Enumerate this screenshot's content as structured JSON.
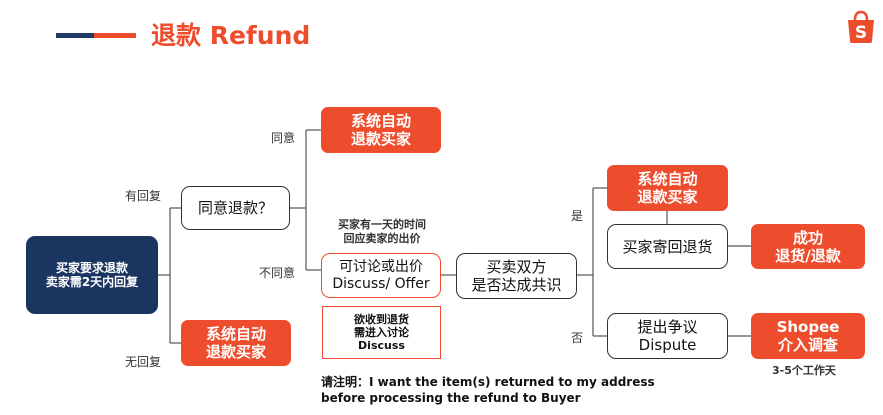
{
  "header": {
    "title": "退款 Refund",
    "logo_letter": "S",
    "logo_icon": "shopee-bag-icon",
    "accent": "#ee4d2d",
    "navy": "#1f3b66"
  },
  "nodes": {
    "start": "买家要求退款\n卖家需2天内回复",
    "agree_refund": "同意退款？",
    "auto_refund_top": "系统自动\n退款买家",
    "auto_refund_bottom": "系统自动\n退款买家",
    "discuss_offer": "可讨论或出价\nDiscuss/ Offer",
    "return_note": "欲收到退货\n需进入讨论\nDiscuss",
    "consensus": "买卖双方\n是否达成共识",
    "auto_refund_right": "系统自动\n退款买家",
    "buyer_return": "买家寄回退货",
    "success": "成功\n退货/退款",
    "dispute": "提出争议\nDispute",
    "shopee_investigate": "Shopee\n介入调查"
  },
  "labels": {
    "replied": "有回复",
    "no_reply": "无回复",
    "agree": "同意",
    "disagree": "不同意",
    "buyer_time": "买家有一天的时间\n回应卖家的出价",
    "yes": "是",
    "no": "否",
    "workdays": "3-5个工作天"
  },
  "footnote": "请注明：I want the item(s) returned to my address\nbefore processing the refund to Buyer"
}
